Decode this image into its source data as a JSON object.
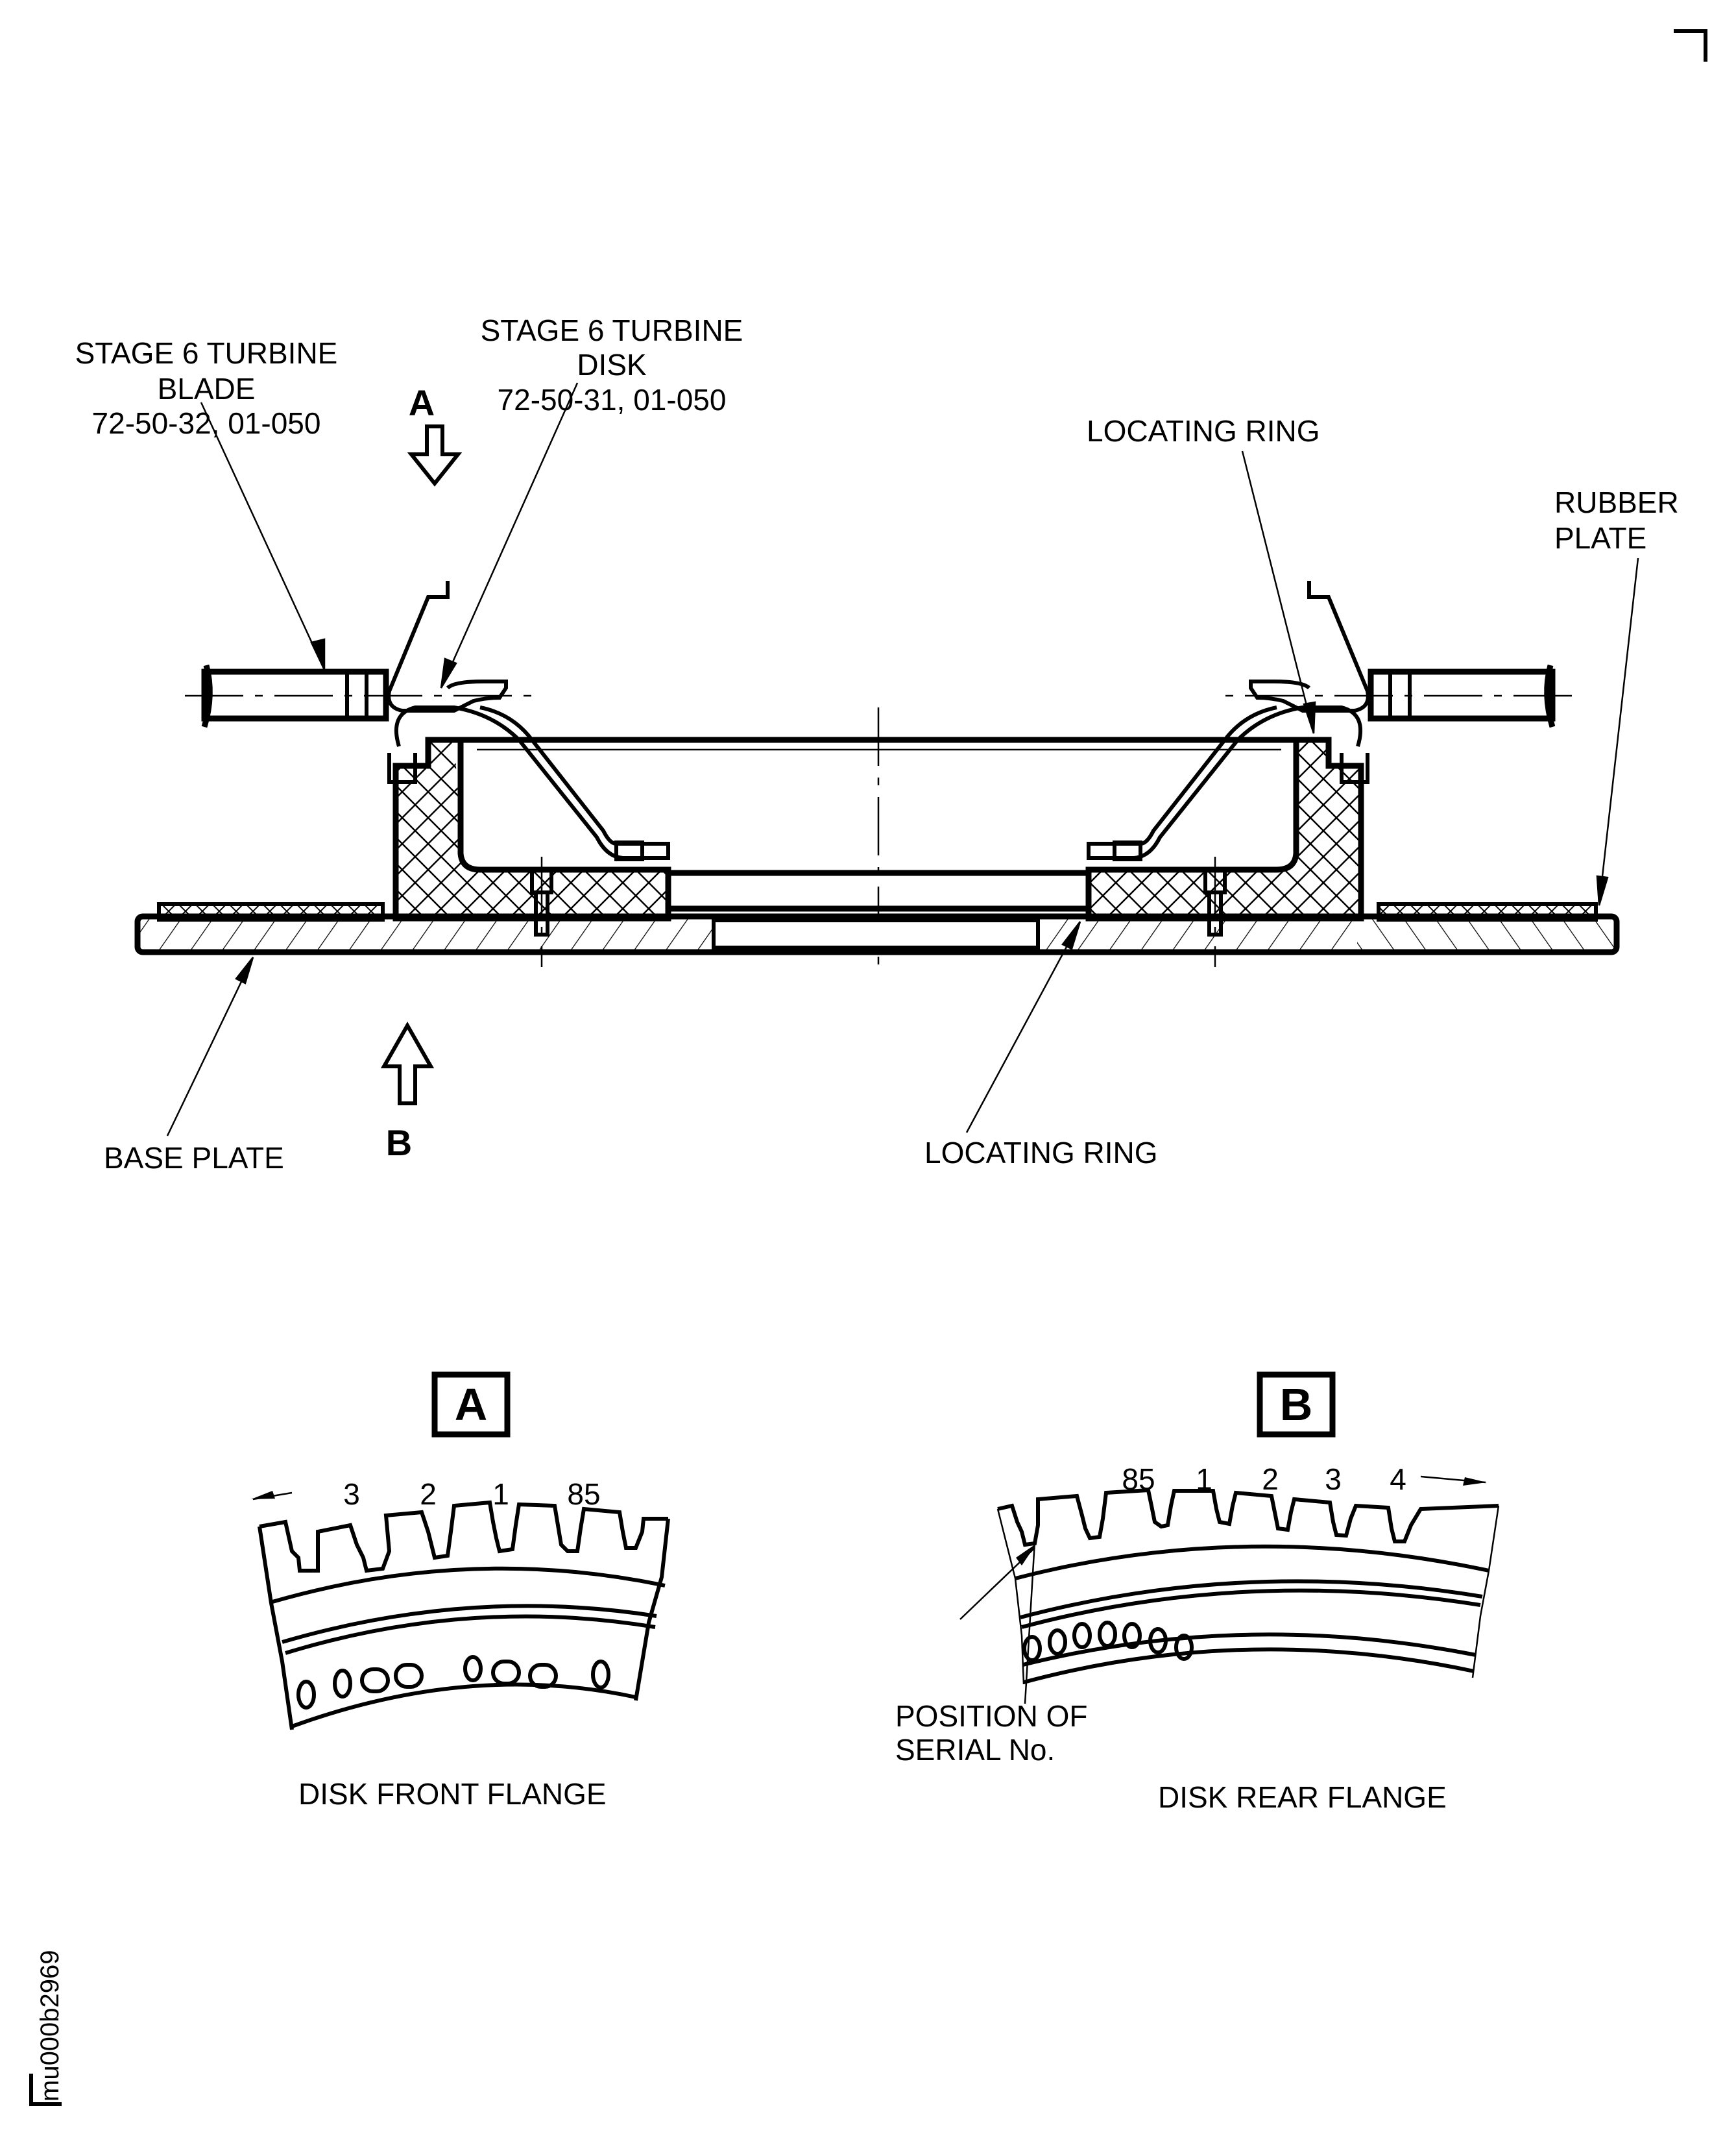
{
  "drawing": {
    "figure_id": "mu000b2969",
    "section": {
      "labels": {
        "blade": [
          "STAGE 6 TURBINE",
          "BLADE",
          "72-50-32, 01-050"
        ],
        "disk": [
          "STAGE 6 TURBINE",
          "DISK",
          "72-50-31, 01-050"
        ],
        "locating_ring_top": "LOCATING RING",
        "rubber_plate": [
          "RUBBER",
          "PLATE"
        ],
        "base_plate": "BASE PLATE",
        "locating_ring_bottom": "LOCATING RING"
      },
      "view_arrows": {
        "top": "A",
        "bottom": "B"
      }
    },
    "view_a": {
      "badge": "A",
      "numbers": [
        "3",
        "2",
        "1",
        "85"
      ],
      "caption": "DISK FRONT FLANGE"
    },
    "view_b": {
      "badge": "B",
      "numbers": [
        "85",
        "1",
        "2",
        "3",
        "4"
      ],
      "caption": "DISK REAR FLANGE",
      "note": [
        "POSITION OF",
        "SERIAL No."
      ]
    }
  },
  "colors": {
    "ink": "#000000",
    "paper": "#ffffff"
  }
}
